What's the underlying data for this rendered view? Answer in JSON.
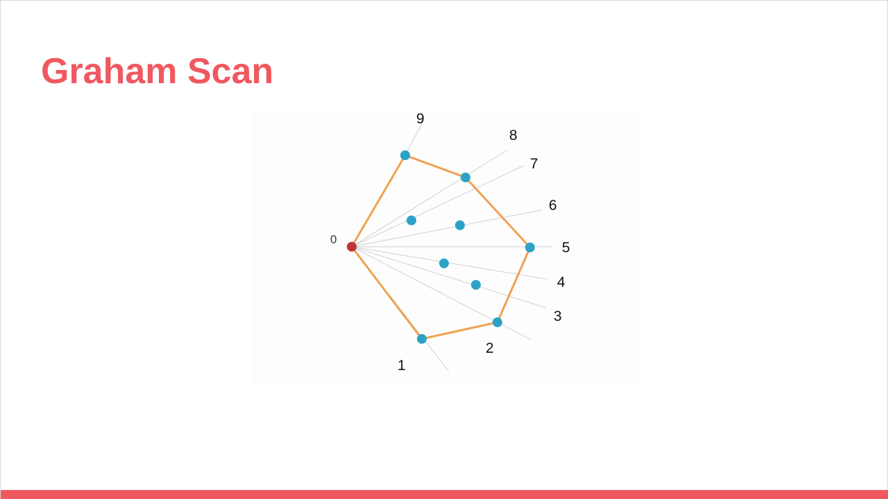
{
  "slide": {
    "title": "Graham Scan",
    "accent_color": "#f0585f",
    "footer_bar_color": "#f0585f"
  },
  "diagram": {
    "origin": {
      "id": "p0",
      "label": "0",
      "color": "#c0323a"
    },
    "point_color": "#2aa3c6",
    "hull_color": "#f0a050",
    "ray_color": "#d0d0d0",
    "rays": [
      {
        "id": "ray-1",
        "label": "1"
      },
      {
        "id": "ray-2",
        "label": "2"
      },
      {
        "id": "ray-3",
        "label": "3"
      },
      {
        "id": "ray-4",
        "label": "4"
      },
      {
        "id": "ray-5",
        "label": "5"
      },
      {
        "id": "ray-6",
        "label": "6"
      },
      {
        "id": "ray-7",
        "label": "7"
      },
      {
        "id": "ray-8",
        "label": "8"
      },
      {
        "id": "ray-9",
        "label": "9"
      }
    ],
    "hull_order": [
      "p0",
      "p1",
      "p2",
      "p5",
      "p8",
      "p9"
    ]
  }
}
